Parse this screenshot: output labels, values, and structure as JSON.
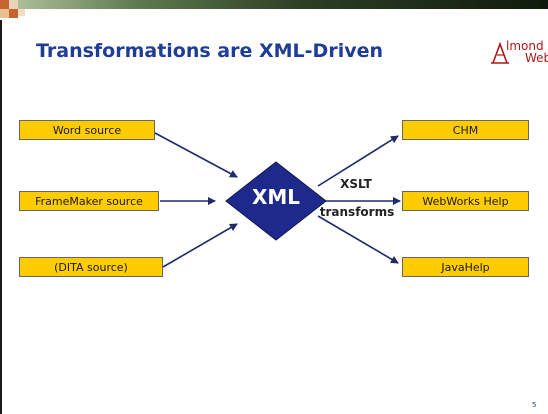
{
  "slide": {
    "title": "Transformations are XML-Driven",
    "logo": {
      "line1": "lmond",
      "line2": "Web"
    },
    "page_number": "5"
  },
  "diagram": {
    "sources": [
      "Word source",
      "FrameMaker source",
      "(DITA source)"
    ],
    "center": "XML",
    "transform_label_1": "XSLT",
    "transform_label_2": "transforms",
    "outputs": [
      "CHM",
      "WebWorks Help",
      "JavaHelp"
    ]
  },
  "colors": {
    "title": "#1f3d96",
    "box_fill": "#ffcc00",
    "diamond_fill": "#1d2a8c",
    "arrow": "#1f2a6b",
    "logo": "#b01818"
  }
}
